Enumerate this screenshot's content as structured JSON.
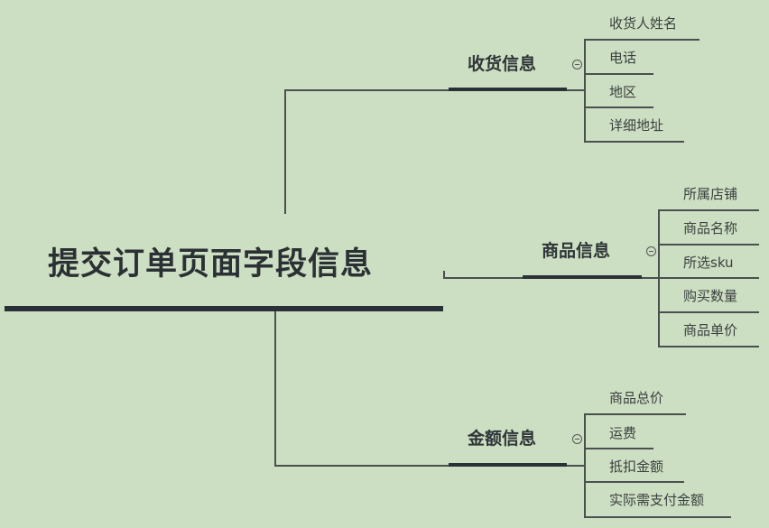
{
  "root": {
    "title": "提交订单页面字段信息"
  },
  "branches": [
    {
      "title": "收货信息",
      "children": [
        "收货人姓名",
        "电话",
        "地区",
        "详细地址"
      ]
    },
    {
      "title": "商品信息",
      "children": [
        "所属店铺",
        "商品名称",
        "所选sku",
        "购买数量",
        "商品单价"
      ]
    },
    {
      "title": "金额信息",
      "children": [
        "商品总价",
        "运费",
        "抵扣金额",
        "实际需支付金额"
      ]
    }
  ],
  "colors": {
    "background": "#cddfc2",
    "line": "#4a5050",
    "bar": "#2a3038"
  }
}
